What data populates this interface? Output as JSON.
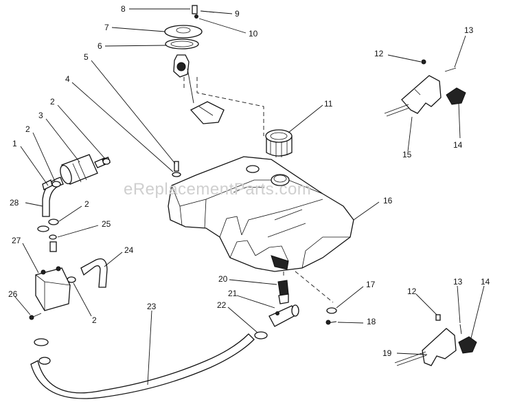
{
  "watermark": "eReplacementParts.com",
  "callouts": {
    "c1": "1",
    "c2a": "2",
    "c2b": "2",
    "c2c": "2",
    "c2d": "2",
    "c3": "3",
    "c4": "4",
    "c5": "5",
    "c6": "6",
    "c7": "7",
    "c8": "8",
    "c9": "9",
    "c10": "10",
    "c11": "11",
    "c12a": "12",
    "c12b": "12",
    "c13a": "13",
    "c13b": "13",
    "c14a": "14",
    "c14b": "14",
    "c15": "15",
    "c16": "16",
    "c17": "17",
    "c18": "18",
    "c19": "19",
    "c20": "20",
    "c21": "21",
    "c22": "22",
    "c23": "23",
    "c24": "24",
    "c25": "25",
    "c26": "26",
    "c27": "27",
    "c28": "28"
  }
}
